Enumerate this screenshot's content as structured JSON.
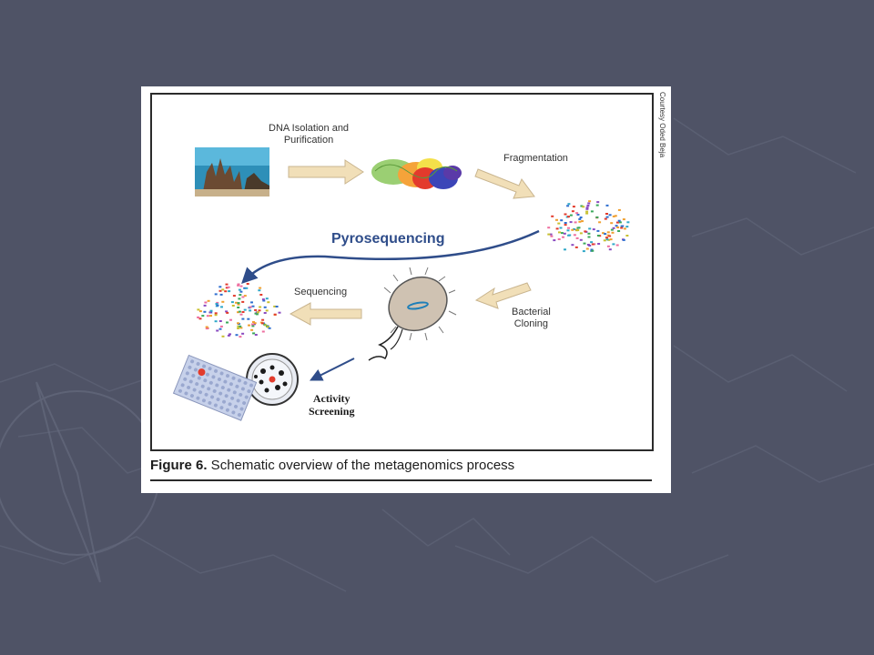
{
  "figure": {
    "labels": {
      "dna_isolation": [
        "DNA Isolation and",
        "Purification"
      ],
      "fragmentation": "Fragmentation",
      "pyrosequencing": "Pyrosequencing",
      "sequencing": "Sequencing",
      "bacterial_cloning": [
        "Bacterial",
        "Cloning"
      ],
      "activity_screening": [
        "Activity",
        "Screening"
      ]
    },
    "courtesy": "Courtesy Oded Beja",
    "caption_label": "Figure 6.",
    "caption_text": " Schematic overview of the metagenomics process"
  },
  "colors": {
    "background": "#4f5366",
    "pyro_arrow": "#2f4d8a",
    "block_arrow": "#f1dfb8"
  }
}
